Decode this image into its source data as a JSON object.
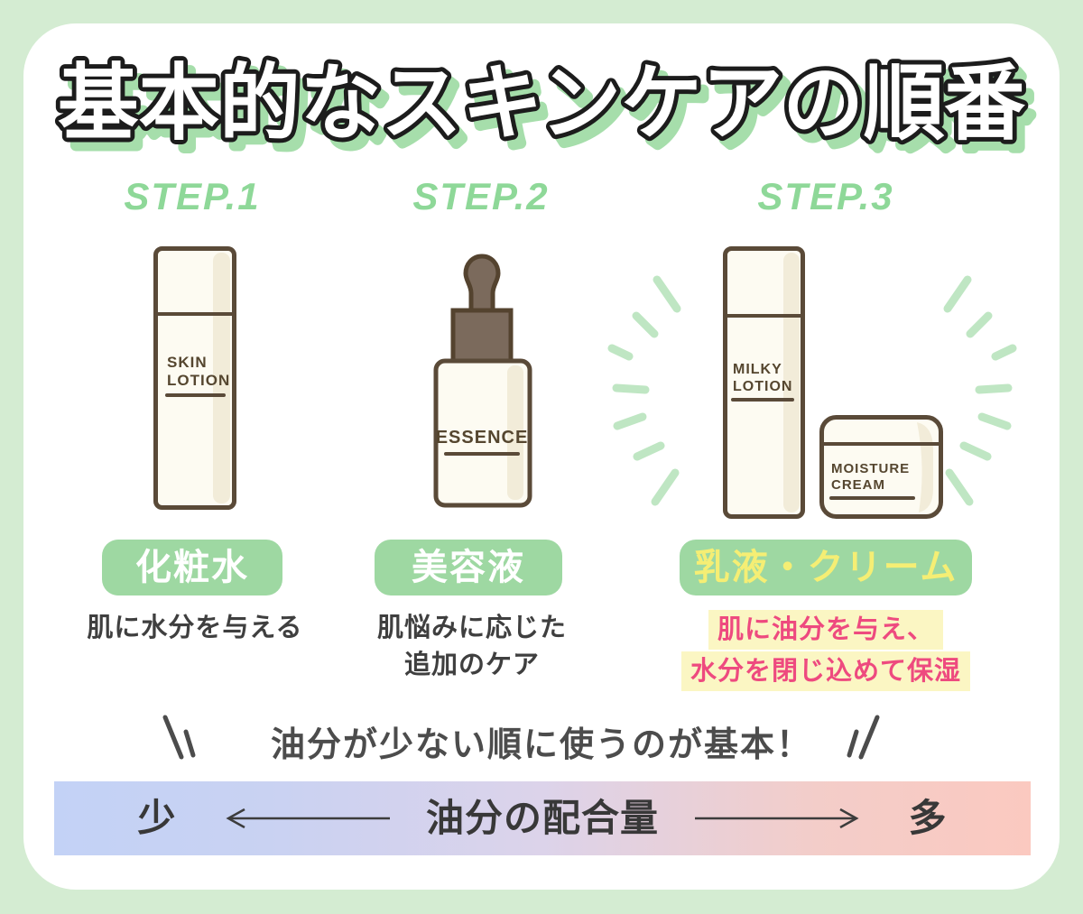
{
  "title": "基本的なスキンケアの順番",
  "colors": {
    "background_green": "#d4ecd2",
    "title_shadow_green": "#a6deab",
    "step_label_green": "#8ed898",
    "badge_green": "#9ed8a2",
    "badge_yellow_text": "#f5ee74",
    "description_pink": "#ee4a7f",
    "yellow_highlight": "#fbf6c3",
    "ray_green": "#bfe6c3",
    "bar_blue": "#c3d2f6",
    "bar_pink": "#fbc9c0",
    "product_outline_brown": "#5a4a38"
  },
  "steps": [
    {
      "step_label": "STEP.1",
      "badge_label": "化粧水",
      "description_lines": [
        "肌に水分を与える"
      ],
      "product": {
        "type": "skin-lotion-bottle",
        "label_lines": [
          "SKIN",
          "LOTION"
        ]
      }
    },
    {
      "step_label": "STEP.2",
      "badge_label": "美容液",
      "description_lines": [
        "肌悩みに応じた",
        "追加のケア"
      ],
      "product": {
        "type": "essence-dropper-bottle",
        "label_lines": [
          "ESSENCE"
        ]
      }
    },
    {
      "step_label": "STEP.3",
      "badge_label": "乳液・クリーム",
      "description_lines": [
        "肌に油分を与え、",
        "水分を閉じ込めて保湿"
      ],
      "product": {
        "type": "milky-lotion-bottle-and-moisture-cream-jar",
        "label_lines": [
          "MILKY",
          "LOTION"
        ],
        "secondary_label_lines": [
          "MOISTURE",
          "CREAM"
        ]
      }
    }
  ],
  "note": "油分が少ない順に使うのが基本！",
  "scale_bar": {
    "left_label": "少",
    "center_label": "油分の配合量",
    "right_label": "多"
  }
}
